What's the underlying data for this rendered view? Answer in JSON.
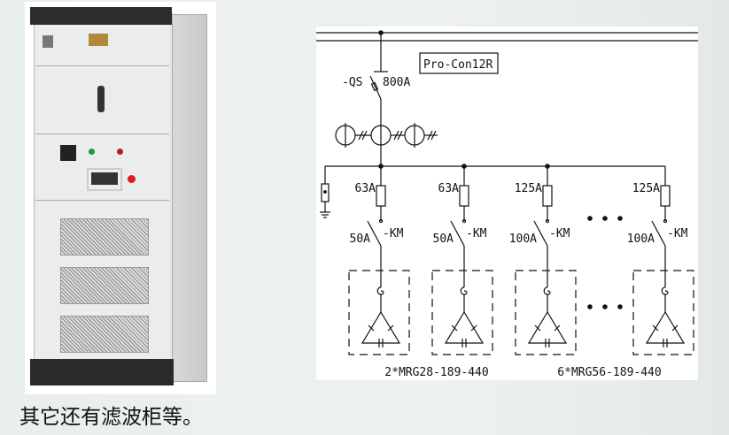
{
  "diagram": {
    "device_label": "Pro-Con12R",
    "main_switch": {
      "tag": "-QS",
      "rating": "800A"
    },
    "branches": [
      {
        "fuse": "63A",
        "contactor_tag": "-KM",
        "contactor_rating": "50A"
      },
      {
        "fuse": "63A",
        "contactor_tag": "-KM",
        "contactor_rating": "50A"
      },
      {
        "fuse": "125A",
        "contactor_tag": "-KM",
        "contactor_rating": "100A"
      },
      {
        "fuse": "125A",
        "contactor_tag": "-KM",
        "contactor_rating": "100A"
      }
    ],
    "group_labels": [
      "2*MRG28-189-440",
      "6*MRG56-189-440"
    ]
  },
  "caption": "其它还有滤波柜等。"
}
